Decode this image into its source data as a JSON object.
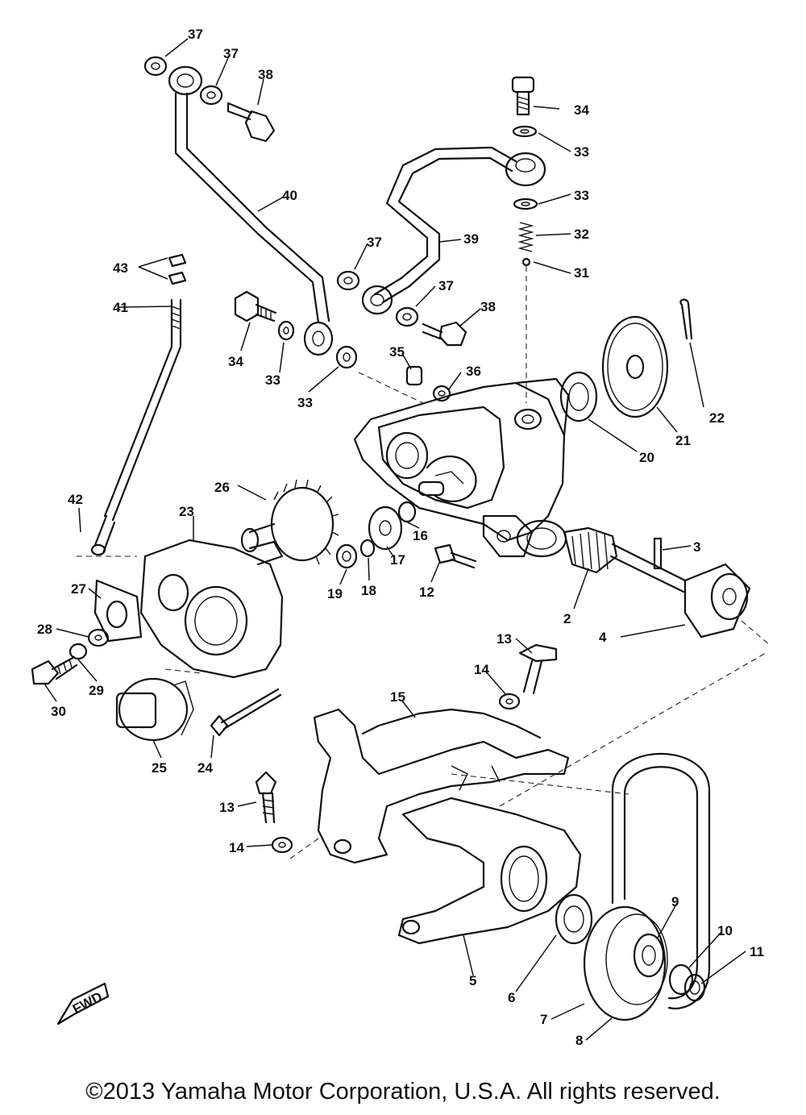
{
  "callouts": [
    "37",
    "37",
    "38",
    "40",
    "34",
    "33",
    "33",
    "39",
    "37",
    "37",
    "38",
    "32",
    "31",
    "43",
    "41",
    "34",
    "33",
    "33",
    "35",
    "36",
    "22",
    "21",
    "20",
    "26",
    "23",
    "16",
    "17",
    "18",
    "19",
    "12",
    "42",
    "3",
    "2",
    "4",
    "27",
    "28",
    "29",
    "30",
    "25",
    "24",
    "13",
    "14",
    "15",
    "13",
    "14",
    "5",
    "6",
    "7",
    "8",
    "9",
    "10",
    "11"
  ],
  "fwd_badge": "FWD",
  "copyright": "©2013 Yamaha Motor Corporation, U.S.A. All rights reserved."
}
